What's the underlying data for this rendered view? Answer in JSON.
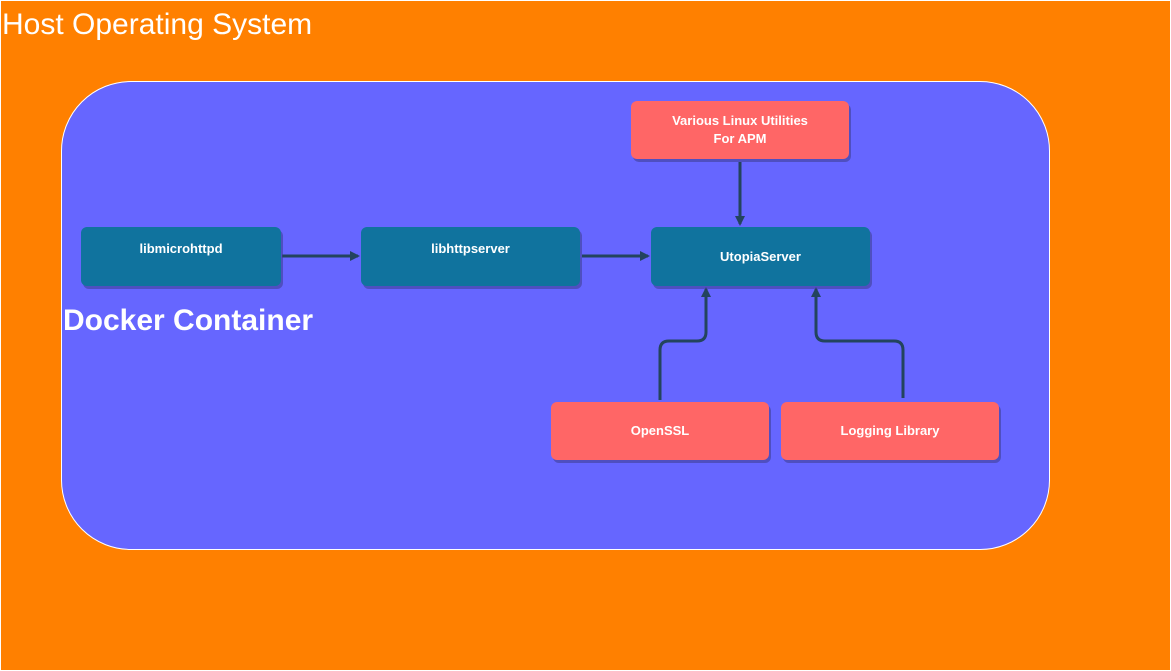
{
  "host": {
    "title": "Host Operating System",
    "color": "#FF8000"
  },
  "container": {
    "title": "Docker Container",
    "color": "#6666FF"
  },
  "nodes": {
    "libmicrohttpd": "libmicrohttpd",
    "libhttpserver": "libhttpserver",
    "utopia_server": "UtopiaServer",
    "linux_utilities_line1": "Various Linux Utilities",
    "linux_utilities_line2": "For APM",
    "openssl": "OpenSSL",
    "logging_library": "Logging Library"
  },
  "colors": {
    "component_blue": "#10739E",
    "dependency_red": "#FF6666",
    "edge": "#23445D"
  },
  "edges": [
    {
      "from": "libmicrohttpd",
      "to": "libhttpserver"
    },
    {
      "from": "libhttpserver",
      "to": "UtopiaServer"
    },
    {
      "from": "Various Linux Utilities For APM",
      "to": "UtopiaServer"
    },
    {
      "from": "OpenSSL",
      "to": "UtopiaServer"
    },
    {
      "from": "Logging Library",
      "to": "UtopiaServer"
    }
  ]
}
